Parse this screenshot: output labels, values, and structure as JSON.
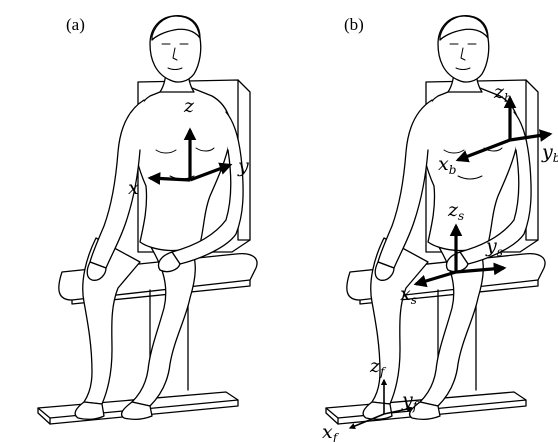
{
  "panels": [
    {
      "label": "(a)",
      "axes": {
        "x": "x",
        "y": "y",
        "z": "z"
      }
    },
    {
      "label": "(b)",
      "body_axes": {
        "x": "x",
        "x_sub": "b",
        "y": "y",
        "y_sub": "b",
        "z": "z",
        "z_sub": "b"
      },
      "seat_axes": {
        "x": "x",
        "x_sub": "s",
        "y": "y",
        "y_sub": "s",
        "z": "z",
        "z_sub": "s"
      },
      "foot_axes": {
        "x": "x",
        "x_sub": "f",
        "y": "y",
        "y_sub": "f",
        "z": "z",
        "z_sub": "f"
      }
    }
  ],
  "colors": {
    "ink": "#000000",
    "paper": "#ffffff"
  }
}
